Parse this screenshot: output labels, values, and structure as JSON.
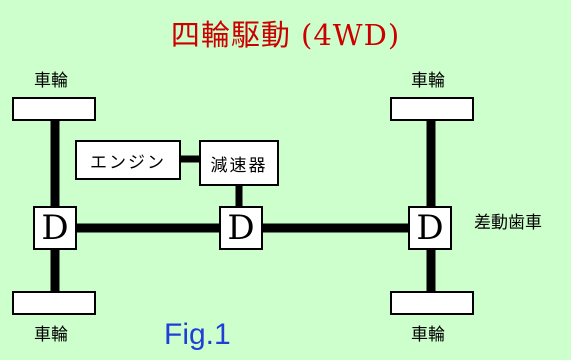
{
  "title": "四輪駆動 (4WD)",
  "labels": {
    "wheel_top_left": "車輪",
    "wheel_top_right": "車輪",
    "wheel_bottom_left": "車輪",
    "wheel_bottom_right": "車輪",
    "differential": "差動歯車"
  },
  "components": {
    "engine": "エンジン",
    "reducer": "減速器",
    "diff_left": "D",
    "diff_center": "D",
    "diff_right": "D"
  },
  "caption": "Fig.1",
  "colors": {
    "background": "#ccffcc",
    "title": "#cc0000",
    "caption": "#1f3fd6"
  }
}
